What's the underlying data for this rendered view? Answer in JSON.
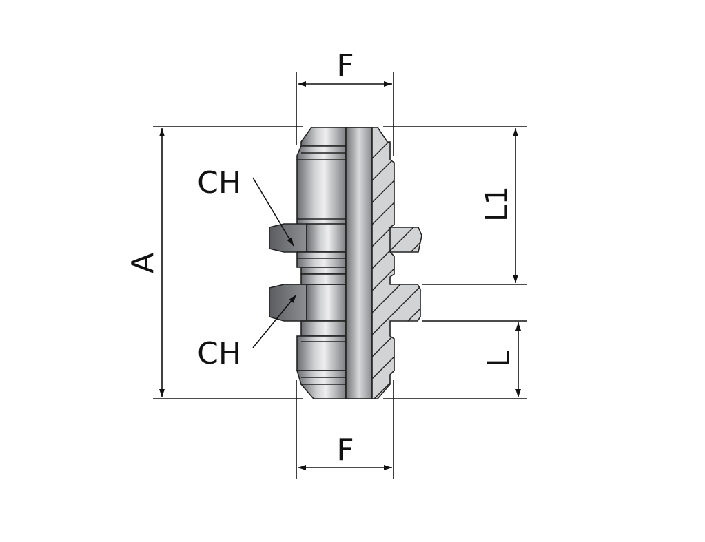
{
  "labels": {
    "top_width": "F",
    "bottom_width": "F",
    "overall_length": "A",
    "upper_length": "L1",
    "lower_length": "L",
    "upper_hex": "CH",
    "lower_hex": "CH"
  },
  "colors": {
    "background": "#ffffff",
    "line": "#111111",
    "metal_dark": "#5d5f62",
    "metal_mid": "#a9abae",
    "metal_light": "#e4e5e6",
    "section_fill": "#c9cacc"
  }
}
